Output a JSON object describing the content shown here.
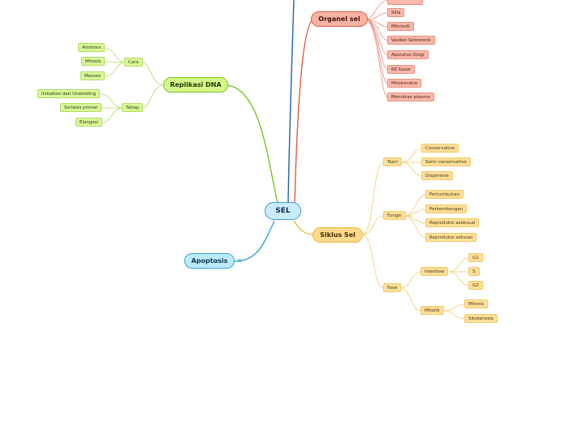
{
  "root": {
    "label": "SEL"
  },
  "branches": {
    "organel": {
      "label": "Organel sel",
      "items": [
        "Silia",
        "Mikrovili",
        "Vesikel Sekretorik",
        "Aparatus Golgi",
        "RE Kasar",
        "Mitokondria",
        "Membran plasma"
      ]
    },
    "replikasi": {
      "label": "Replikasi DNA",
      "cara": {
        "label": "Cara",
        "items": [
          "Amitosis",
          "Mitosis",
          "Meiosis"
        ]
      },
      "tahap": {
        "label": "Tahap",
        "items": [
          "Initiation dan Unwinding",
          "Sintesis primer",
          "Elongasi"
        ]
      }
    },
    "siklus": {
      "label": "Siklus Sel",
      "teori": {
        "label": "Teori",
        "items": [
          "Conservative",
          "Semi conservative",
          "Dispersive"
        ]
      },
      "fungsi": {
        "label": "Fungsi",
        "items": [
          "Pertumbuhan",
          "Perkembangan",
          "Reproduksi aseksual",
          "Reproduksi seksual"
        ]
      },
      "fase": {
        "label": "Fase",
        "interfase": {
          "label": "Interfase",
          "items": [
            "G1",
            "S",
            "G2"
          ]
        },
        "mitotik": {
          "label": "Mitotik",
          "items": [
            "Mitosis",
            "Sitokenesis"
          ]
        }
      }
    },
    "apoptosis": {
      "label": "Apoptosis",
      "icon": "notes-icon"
    }
  },
  "colors": {
    "green": "#7fc31f",
    "red": "#e25a3c",
    "yellow": "#f0b83a",
    "blue": "#33a9da",
    "navy": "#1f5fb8"
  }
}
